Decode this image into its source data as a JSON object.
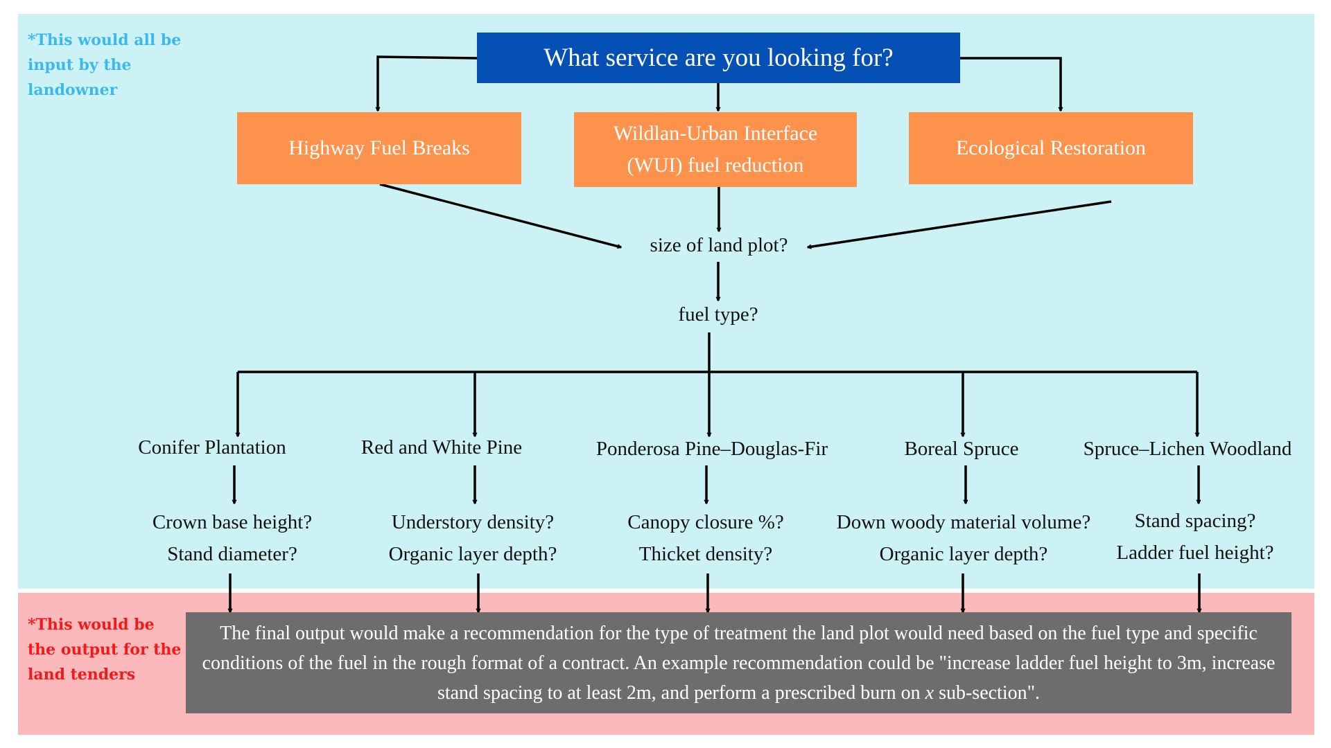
{
  "notes": {
    "input": "*This would all be input by the landowner",
    "output": "*This would be the output for the land tenders"
  },
  "question": "What service are you looking for?",
  "services": [
    "Highway Fuel Breaks",
    "Wildlan-Urban Interface (WUI) fuel reduction",
    "Ecological Restoration"
  ],
  "size_question": "size of land plot?",
  "fuel_question": "fuel type?",
  "fuel_types": [
    {
      "name": "Conifer Plantation",
      "questions": [
        "Crown base height?",
        "Stand diameter?"
      ]
    },
    {
      "name": "Red and White Pine",
      "questions": [
        "Understory density?",
        "Organic layer depth?"
      ]
    },
    {
      "name": "Ponderosa Pine–Douglas-Fir",
      "questions": [
        "Canopy closure %?",
        "Thicket density?"
      ]
    },
    {
      "name": "Boreal Spruce",
      "questions": [
        "Down woody material volume?",
        "Organic layer depth?"
      ]
    },
    {
      "name": "Spruce–Lichen Woodland",
      "questions": [
        "Stand spacing?",
        "Ladder fuel height?"
      ]
    }
  ],
  "output": {
    "before": "The final output would make a recommendation for the type of treatment the land plot would need based on the fuel type and specific conditions of the fuel in the rough format of a contract. An example recommendation could be \"increase ladder fuel height to 3m, increase stand spacing to at least 2m, and perform a prescribed burn on ",
    "italic": "x",
    "after": " sub-section\"."
  },
  "colors": {
    "input_zone": "#cdf2f5",
    "output_zone": "#fcb9bb",
    "question_box": "#0450b5",
    "service_box": "#fd924d",
    "output_box": "#6d6d6d",
    "input_note": "#3db8ea",
    "output_note": "#f11a1a"
  }
}
